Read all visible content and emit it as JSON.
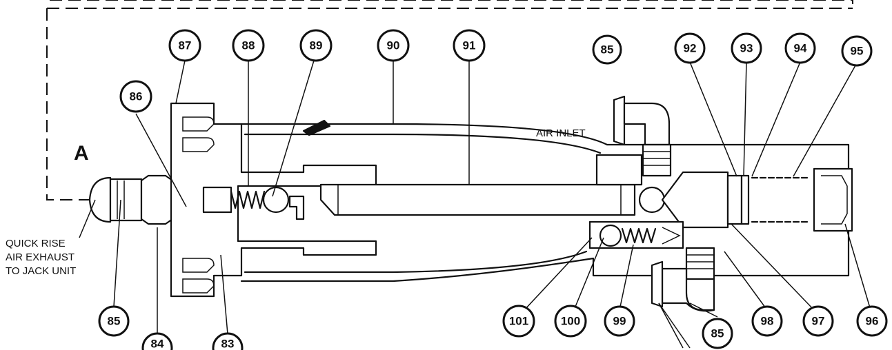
{
  "labels": {
    "view_letter": "A",
    "air_inlet": "AIR INLET",
    "exhaust_line1": "QUICK RISE",
    "exhaust_line2": "AIR EXHAUST",
    "exhaust_line3": "TO JACK UNIT"
  },
  "callouts": {
    "c85_top": "85",
    "c86": "86",
    "c87": "87",
    "c88": "88",
    "c89": "89",
    "c90": "90",
    "c91": "91",
    "c92": "92",
    "c93": "93",
    "c94_top": "94",
    "c95": "95",
    "c85_left": "85",
    "c84_bottom": "84",
    "c83": "83",
    "c101": "101",
    "c100": "100",
    "c99": "99",
    "c85_bottom": "85",
    "c98": "98",
    "c97": "97",
    "c96": "96"
  }
}
